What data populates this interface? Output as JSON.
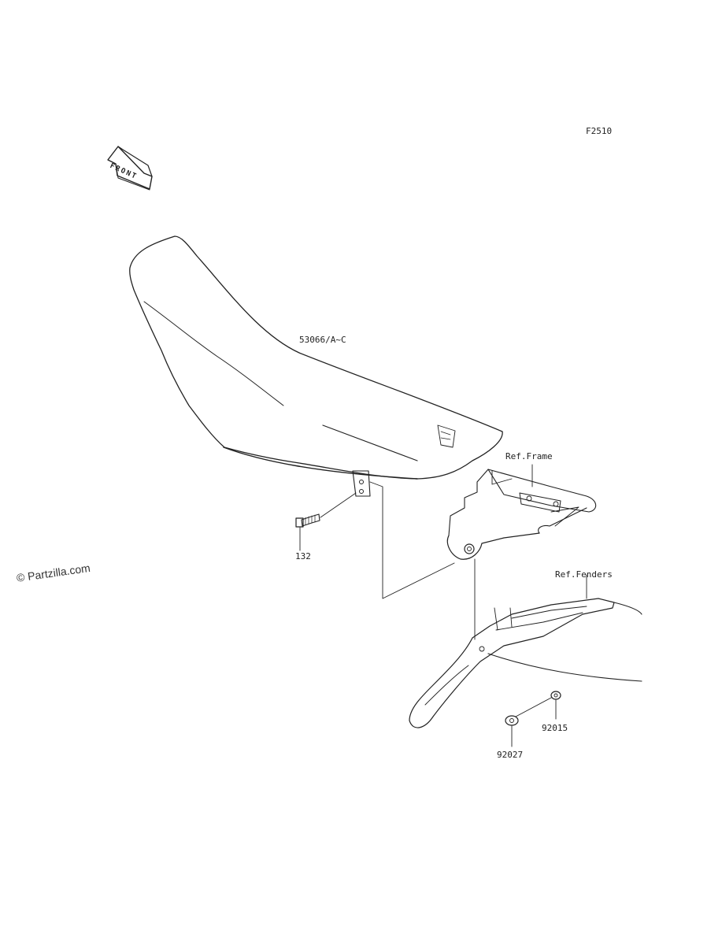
{
  "diagram": {
    "ref_code": "F2510",
    "front_arrow_label": "FRONT",
    "parts": [
      {
        "id": "seat",
        "part_no": "53066/A~C"
      },
      {
        "id": "bolt",
        "part_no": "132"
      },
      {
        "id": "collar",
        "part_no": "92015"
      },
      {
        "id": "washer",
        "part_no": "92027"
      }
    ],
    "references": {
      "frame": "Ref.Frame",
      "fenders": "Ref.Fenders"
    },
    "watermark": "© Partzilla.com"
  }
}
